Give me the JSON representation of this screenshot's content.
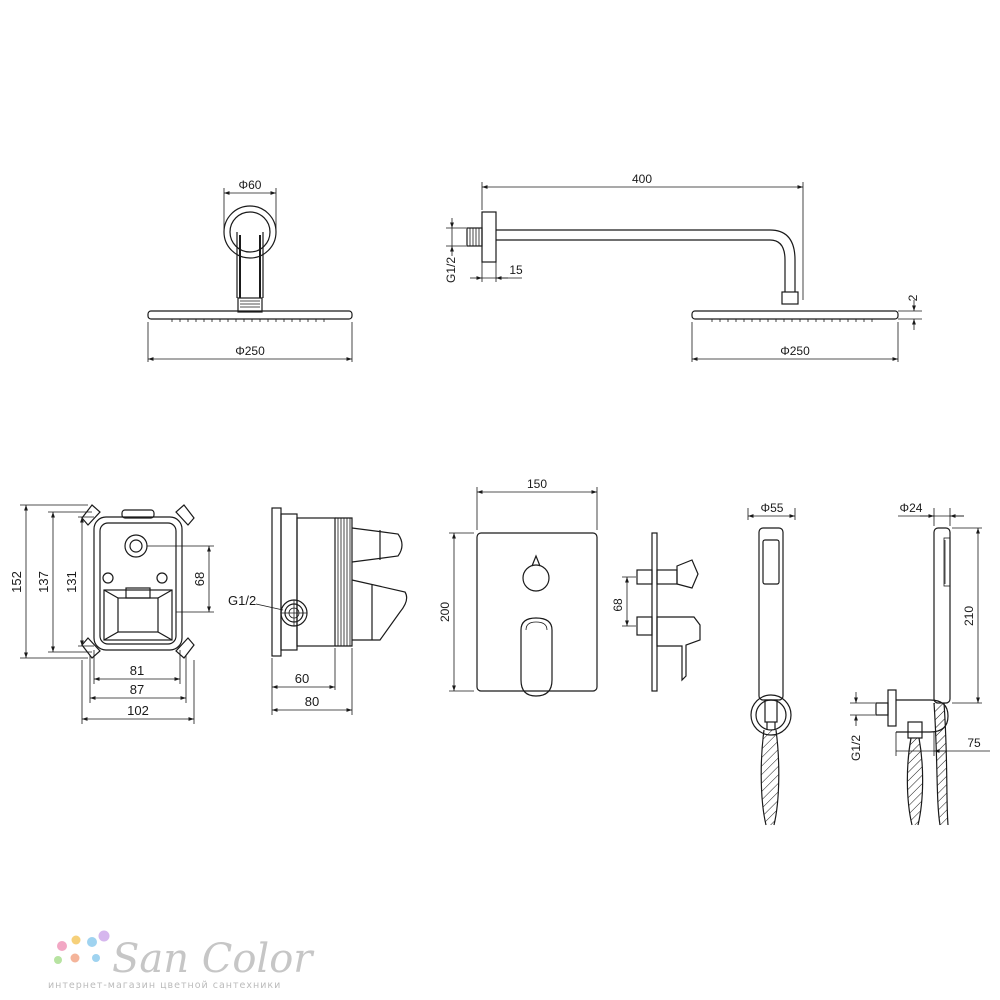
{
  "labels": {
    "head_front_width": "Φ60",
    "head_front_diameter": "Φ250",
    "arm_length": "400",
    "arm_thread": "G1/2",
    "arm_flange": "15",
    "head_thickness": "2",
    "head_side_diameter": "Φ250",
    "box_h1": "152",
    "box_h2": "137",
    "box_h3": "131",
    "box_port": "68",
    "box_w1": "81",
    "box_w2": "87",
    "box_w3": "102",
    "box_side_thread": "G1/2",
    "box_side_d1": "60",
    "box_side_d2": "80",
    "plate_width": "150",
    "plate_height": "200",
    "mixer_side_depth": "68",
    "hand_front_dia": "Φ55",
    "hand_side_dia": "Φ24",
    "hand_length": "210",
    "outlet_thread": "G1/2",
    "outlet_depth": "75"
  },
  "watermark": {
    "title": "San Color",
    "subtitle": "интернет-магазин цветной сантехники",
    "dot_colors": [
      "#f2a7c4",
      "#f6d07a",
      "#9fd3f0",
      "#b7e3a1",
      "#d6b7ee",
      "#f4b49a"
    ]
  }
}
